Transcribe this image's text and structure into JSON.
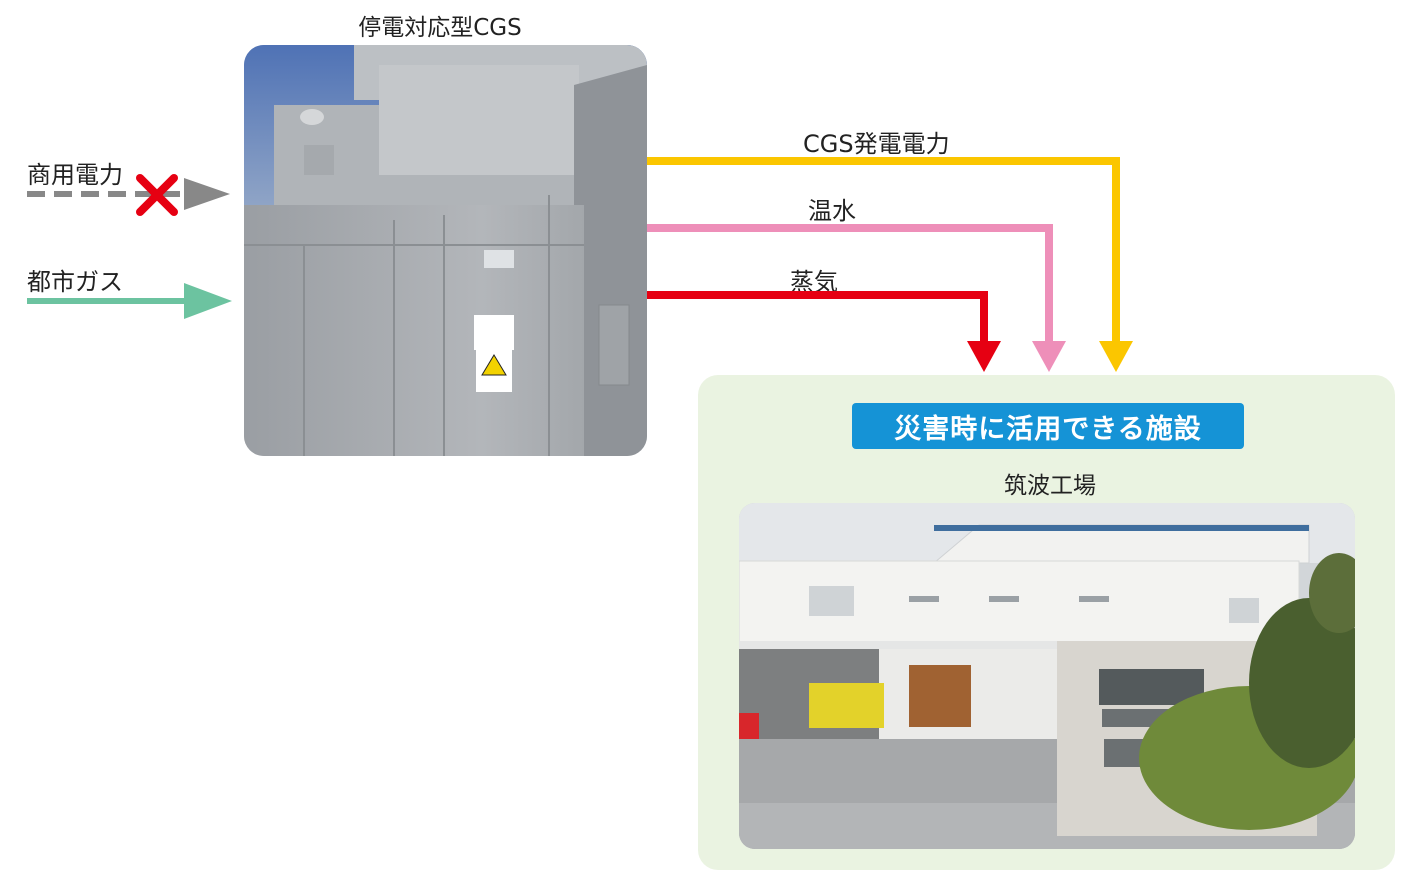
{
  "cgs": {
    "title": "停電対応型CGS"
  },
  "inputs": {
    "commercial_power": "商用電力",
    "city_gas": "都市ガス"
  },
  "outputs": {
    "cgs_power": "CGS発電電力",
    "hot_water": "温水",
    "steam": "蒸気"
  },
  "facility": {
    "badge": "災害時に活用できる施設",
    "name": "筑波工場"
  },
  "colors": {
    "power": "#fbc600",
    "hot_water": "#ee8fb9",
    "steam": "#e60012",
    "gas": "#6cc3a0",
    "commercial": "#888888",
    "cross": "#e60012",
    "badge": "#1593d6",
    "panel": "#eaf3e1"
  }
}
